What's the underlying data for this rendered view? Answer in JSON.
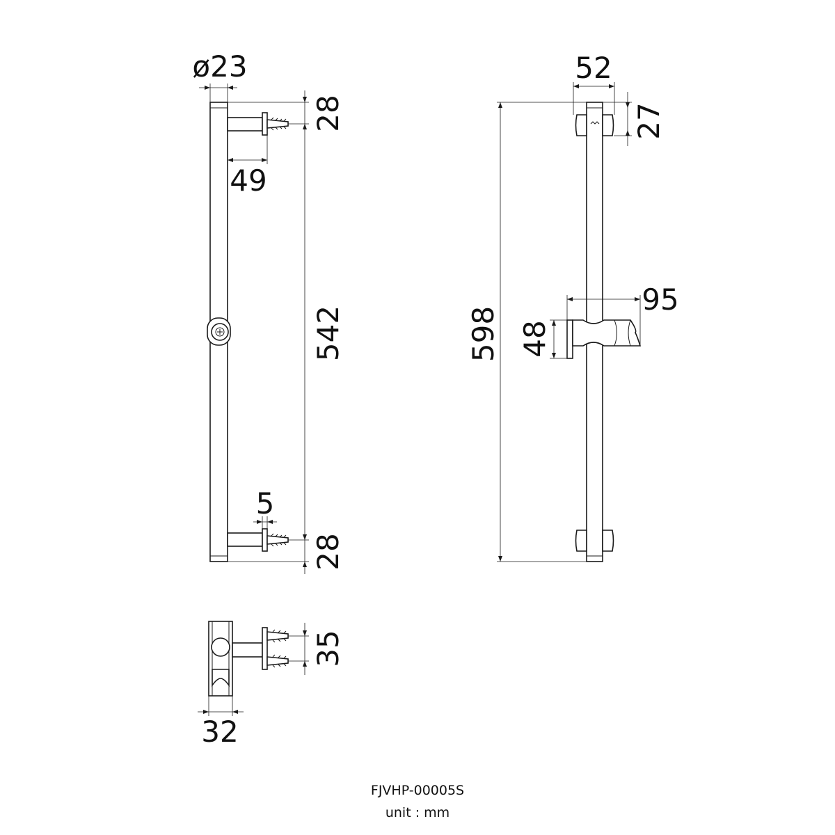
{
  "dimensions": {
    "diameter": "ø23",
    "top_bracket_height": "28",
    "bracket_depth": "49",
    "mount_spacing": "542",
    "plate_thickness": "5",
    "bottom_bracket_height": "28",
    "overall_width": "52",
    "end_cap_height": "27",
    "overall_length": "598",
    "holder_projection": "95",
    "holder_height": "48",
    "screw_spacing": "35",
    "holder_width": "32"
  },
  "footer": {
    "model": "FJVHP-00005S",
    "unit": "unit : mm"
  }
}
